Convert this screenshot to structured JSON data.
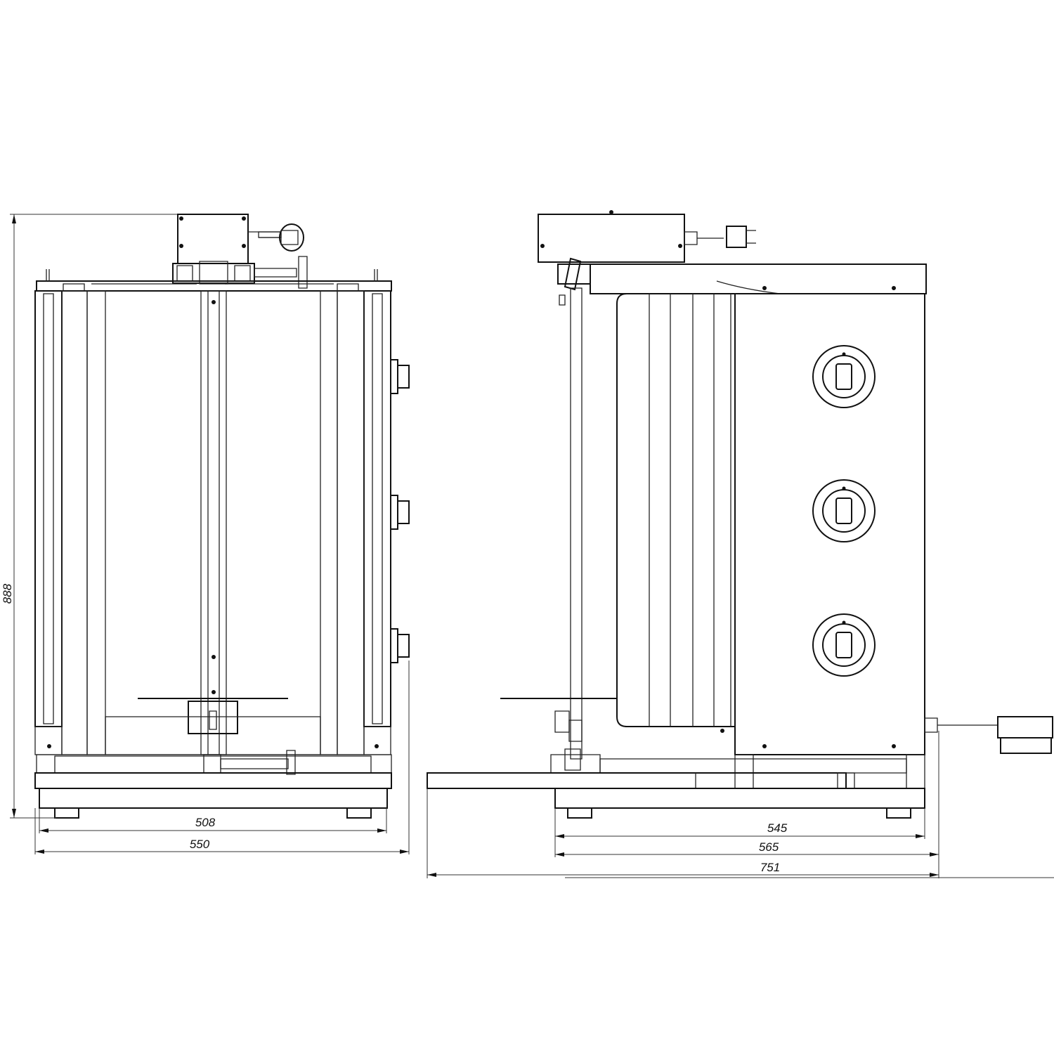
{
  "dimensions": {
    "height": "888",
    "front_inner_width": "508",
    "front_outer_width": "550",
    "side_depth_body": "545",
    "side_depth_outer": "565",
    "side_depth_total": "751"
  }
}
